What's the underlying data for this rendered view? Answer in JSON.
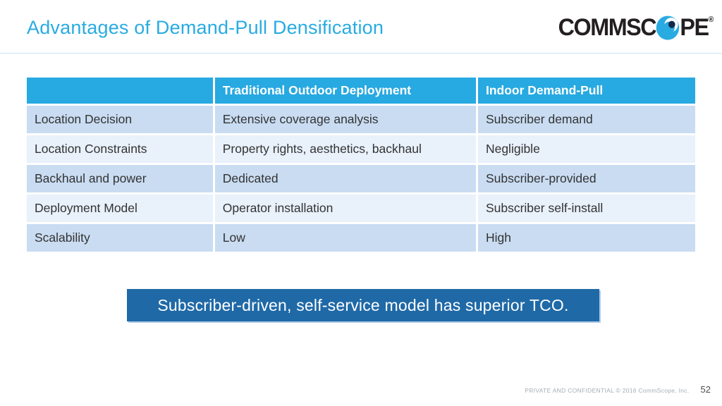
{
  "header": {
    "title": "Advantages of Demand-Pull Densification",
    "logo": {
      "pre": "COMMSC",
      "post": "PE",
      "reg": "®"
    }
  },
  "table": {
    "columns": [
      "",
      "Traditional Outdoor Deployment",
      "Indoor Demand-Pull"
    ],
    "rows": [
      [
        "Location Decision",
        "Extensive coverage analysis",
        "Subscriber demand"
      ],
      [
        "Location Constraints",
        "Property rights, aesthetics, backhaul",
        "Negligible"
      ],
      [
        "Backhaul and power",
        "Dedicated",
        "Subscriber-provided"
      ],
      [
        "Deployment Model",
        "Operator installation",
        "Subscriber self-install"
      ],
      [
        "Scalability",
        "Low",
        "High"
      ]
    ]
  },
  "banner": {
    "text": "Subscriber-driven, self-service model has superior TCO."
  },
  "footer": {
    "confidential": "PRIVATE AND CONFIDENTIAL © 2016 CommScope, Inc.",
    "page_number": "52"
  },
  "colors": {
    "title_accent": "#29abe2",
    "table_header_bg": "#27a9e1",
    "row_band_dark": "#c9dcf2",
    "row_band_light": "#e9f1fb",
    "banner_bg": "#1f69a7",
    "logo_text": "#231f20",
    "logo_sphere_blue": "#29abe2",
    "logo_sphere_navy": "#13294b",
    "header_rule": "#c8e7f5"
  }
}
